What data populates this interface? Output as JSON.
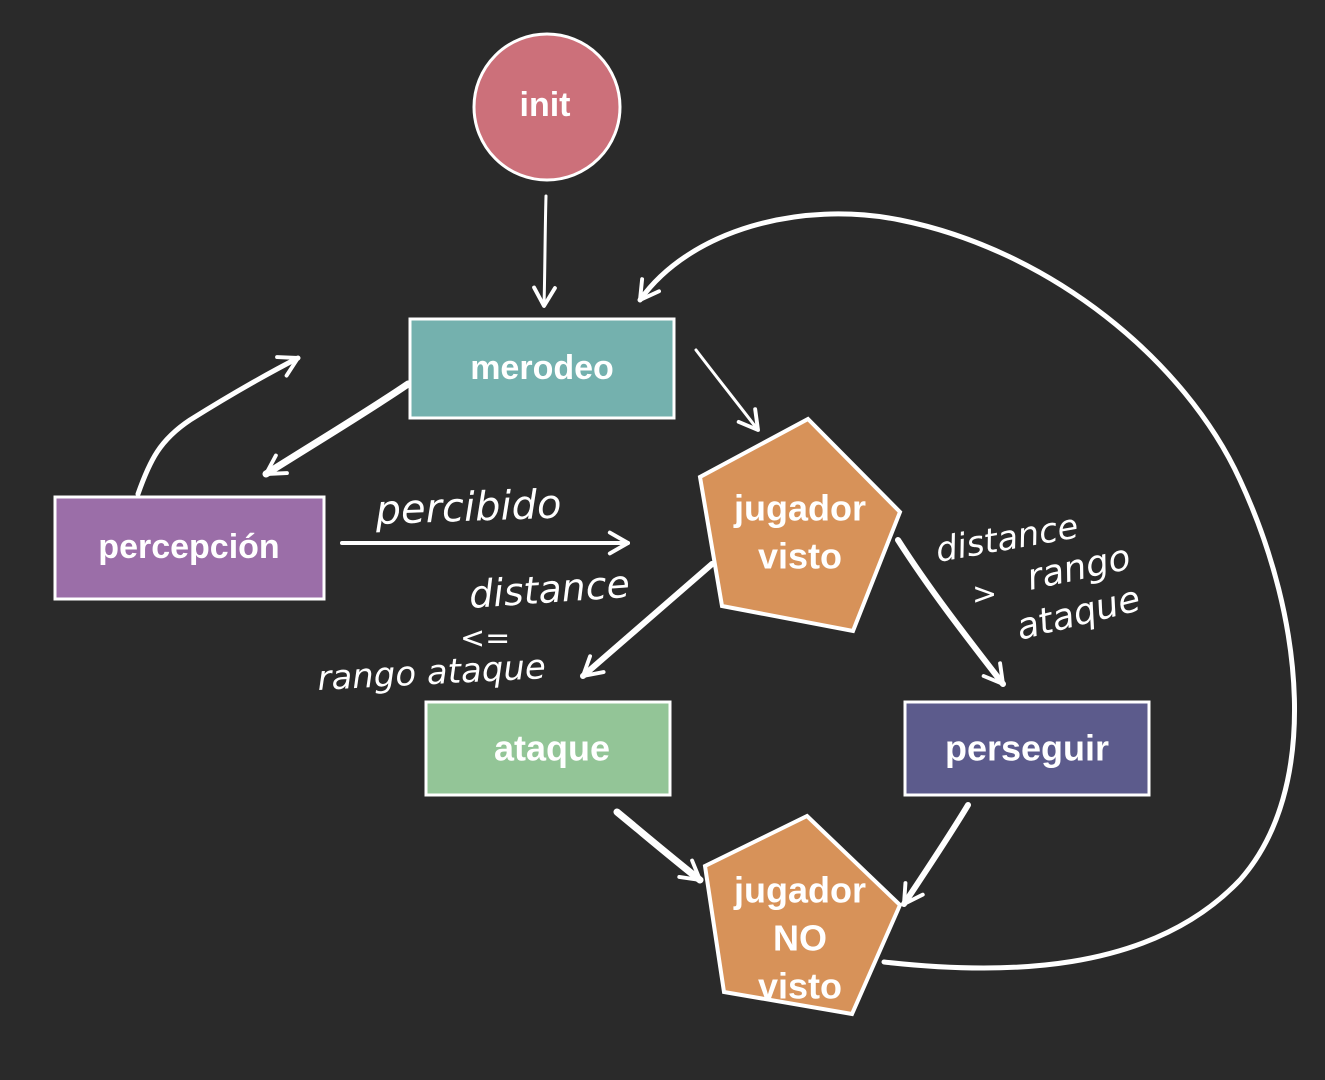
{
  "colors": {
    "background": "#2a2a2a",
    "init": "#cc707a",
    "merodeo": "#74b1ae",
    "percepcion": "#9b6ea8",
    "jugador_visto": "#d79259",
    "ataque": "#93c597",
    "perseguir": "#5c5b8c",
    "jugador_no_visto": "#d79259",
    "edge": "#ffffff"
  },
  "nodes": {
    "init": {
      "label": "init",
      "shape": "circle"
    },
    "merodeo": {
      "label": "merodeo",
      "shape": "rectangle"
    },
    "percepcion": {
      "label": "percepción",
      "shape": "rectangle"
    },
    "jugador_visto": {
      "line1": "jugador",
      "line2": "visto",
      "shape": "pentagon"
    },
    "ataque": {
      "label": "ataque",
      "shape": "rectangle"
    },
    "perseguir": {
      "label": "perseguir",
      "shape": "rectangle"
    },
    "jugador_no_visto": {
      "line1": "jugador",
      "line2": "NO",
      "line3": "visto",
      "shape": "pentagon"
    }
  },
  "edge_labels": {
    "percibido": "percibido",
    "attack_condition": {
      "line1": "distance",
      "line2": "<=",
      "line3": "rango ataque"
    },
    "chase_condition": {
      "line1": "distance",
      "line2": ">",
      "line3": "rango",
      "line4": "ataque"
    }
  },
  "edges": [
    {
      "from": "init",
      "to": "merodeo"
    },
    {
      "from": "merodeo",
      "to": "percepcion"
    },
    {
      "from": "percepcion",
      "to": "merodeo"
    },
    {
      "from": "merodeo",
      "to": "jugador_visto"
    },
    {
      "from": "percepcion",
      "to": "jugador_visto",
      "label": "percibido"
    },
    {
      "from": "jugador_visto",
      "to": "ataque",
      "label": "attack_condition"
    },
    {
      "from": "jugador_visto",
      "to": "perseguir",
      "label": "chase_condition"
    },
    {
      "from": "ataque",
      "to": "jugador_no_visto"
    },
    {
      "from": "perseguir",
      "to": "jugador_no_visto"
    },
    {
      "from": "jugador_no_visto",
      "to": "merodeo"
    }
  ]
}
